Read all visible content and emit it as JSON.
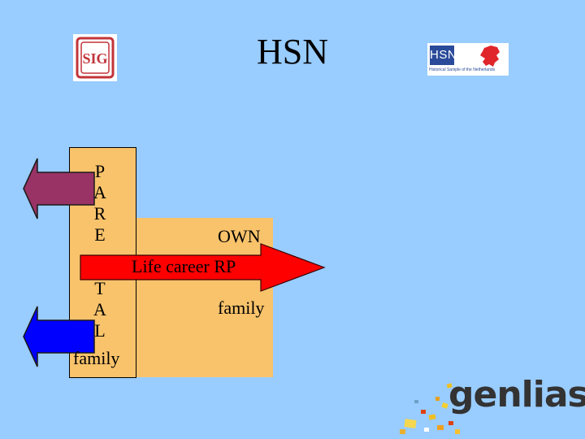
{
  "title": "HSN",
  "logo_left": {
    "text": "SIG"
  },
  "logo_right": {
    "abbr": "HSN",
    "tagline": "Historical Sample of the Netherlands"
  },
  "panel": {
    "letters_top": [
      "P",
      "A",
      "R",
      "E"
    ],
    "letters_bottom": [
      "T",
      "A",
      "L"
    ],
    "family": "family"
  },
  "own": "OWN",
  "arrow_label": "Life career RP",
  "own_family": "family",
  "brand": "genlias",
  "colors": {
    "background": "#99ccff",
    "panel": "#f9c36b",
    "arrow_red": "#ff0000",
    "arrow_purple": "#993366",
    "arrow_blue": "#0000ff"
  }
}
